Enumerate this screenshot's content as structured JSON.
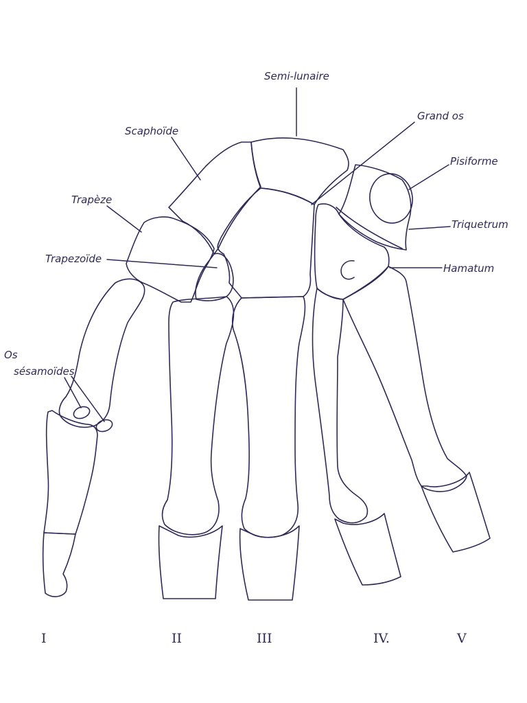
{
  "labels": {
    "semi_lunaire": "Semi-lunaire",
    "grand_os": "Grand os",
    "pisiforme": "Pisiforme",
    "scaphoide": "Scaphoïde",
    "trapeze": "Trapèze",
    "triquetrum": "Triquetrum",
    "trapezoide": "Trapezoïde",
    "hamatum": "Hamatum",
    "os_line1": "Os",
    "os_line2": "sésamoïdes"
  },
  "digits": [
    "I",
    "II",
    "III",
    "IV.",
    "V"
  ]
}
